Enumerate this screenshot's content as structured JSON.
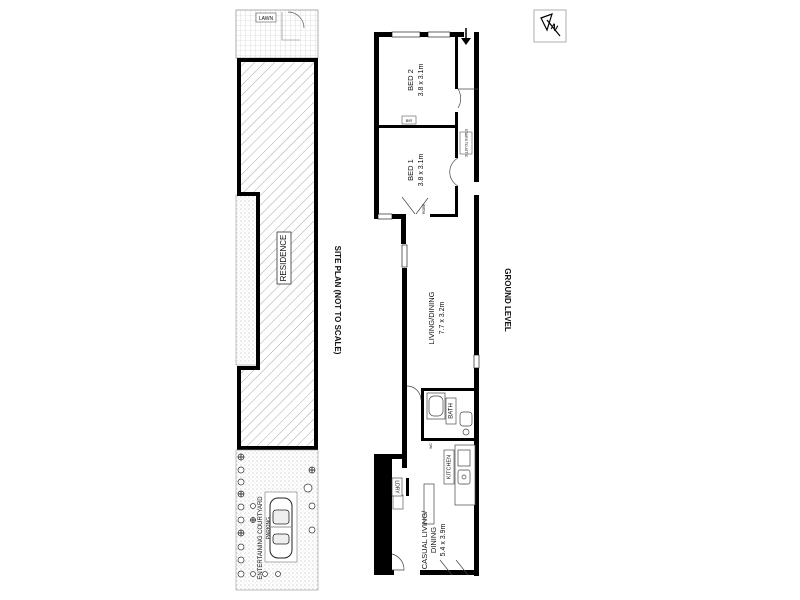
{
  "site_plan": {
    "title": "SITE PLAN (NOT TO SCALE)",
    "residence_label": "RESIDENCE",
    "lawn_label": "LAWN",
    "courtyard_label": "ENTERTAINING COURTYARD",
    "parking_label": "PARKING"
  },
  "floor_plan": {
    "title": "GROUND LEVEL",
    "rooms": {
      "bed2": {
        "name": "BED 2",
        "size": "3.8 x 3.1m"
      },
      "bed1": {
        "name": "BED 1",
        "size": "3.8 x 3.1m"
      },
      "living": {
        "name": "LIVING/DINING",
        "size": "7.7 x 3.2m"
      },
      "bath": {
        "name": "BATH"
      },
      "kitchen": {
        "name": "KITCHEN"
      },
      "laundry": {
        "name": "LDRY"
      },
      "casual": {
        "name": "CASUAL LIVING/",
        "name2": "DINING",
        "size": "5.4 x 3.9m"
      }
    },
    "fixtures": {
      "bir": "BIR",
      "robe": "ROBE",
      "stairs": "STAIRS TO ATTIC",
      "wc": "WC",
      "dw": "DW"
    }
  },
  "north_arrow": {
    "letter": "N",
    "icon": "north-arrow-icon"
  },
  "colors": {
    "walls": "#000000",
    "hatch": "#9a9a9a",
    "paving": "#d9d9d9",
    "lines": "#555555"
  }
}
